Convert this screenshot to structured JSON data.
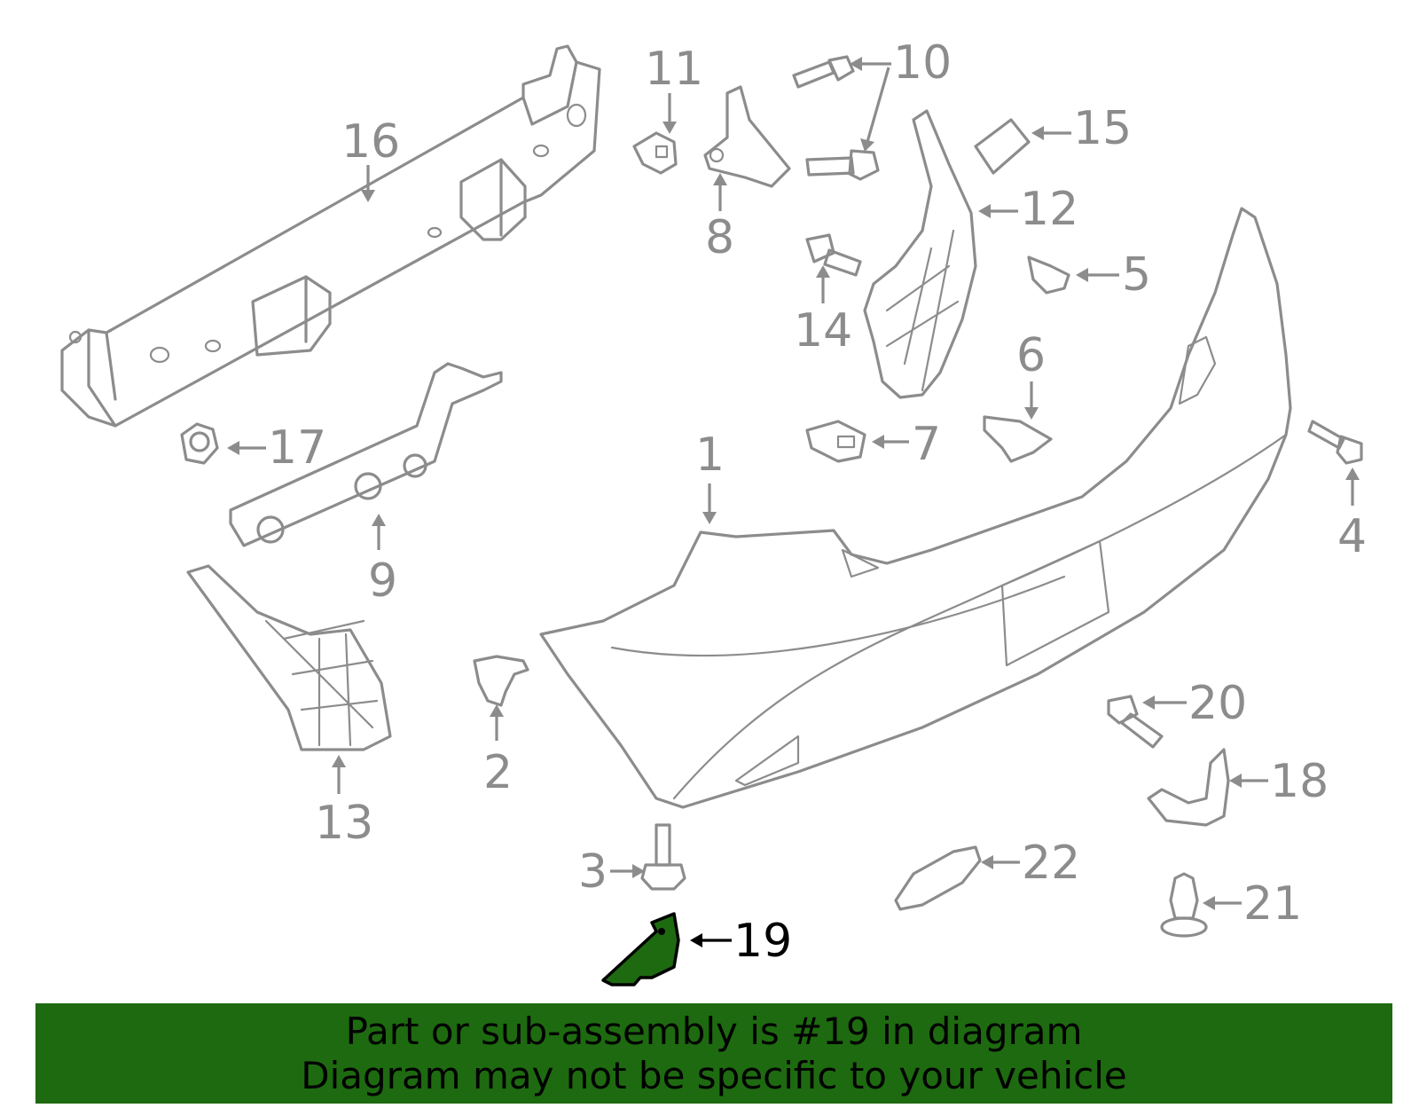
{
  "diagram": {
    "highlight_color": "#1e6a10",
    "line_color": "#8c8c8c",
    "highlighted_callout": "19",
    "callouts": [
      "1",
      "2",
      "3",
      "4",
      "5",
      "6",
      "7",
      "8",
      "9",
      "10",
      "11",
      "12",
      "13",
      "14",
      "15",
      "16",
      "17",
      "18",
      "19",
      "20",
      "21",
      "22"
    ]
  },
  "banner": {
    "line1": "Part or sub-assembly is #19 in diagram",
    "line2": "Diagram may not be specific to your vehicle"
  }
}
